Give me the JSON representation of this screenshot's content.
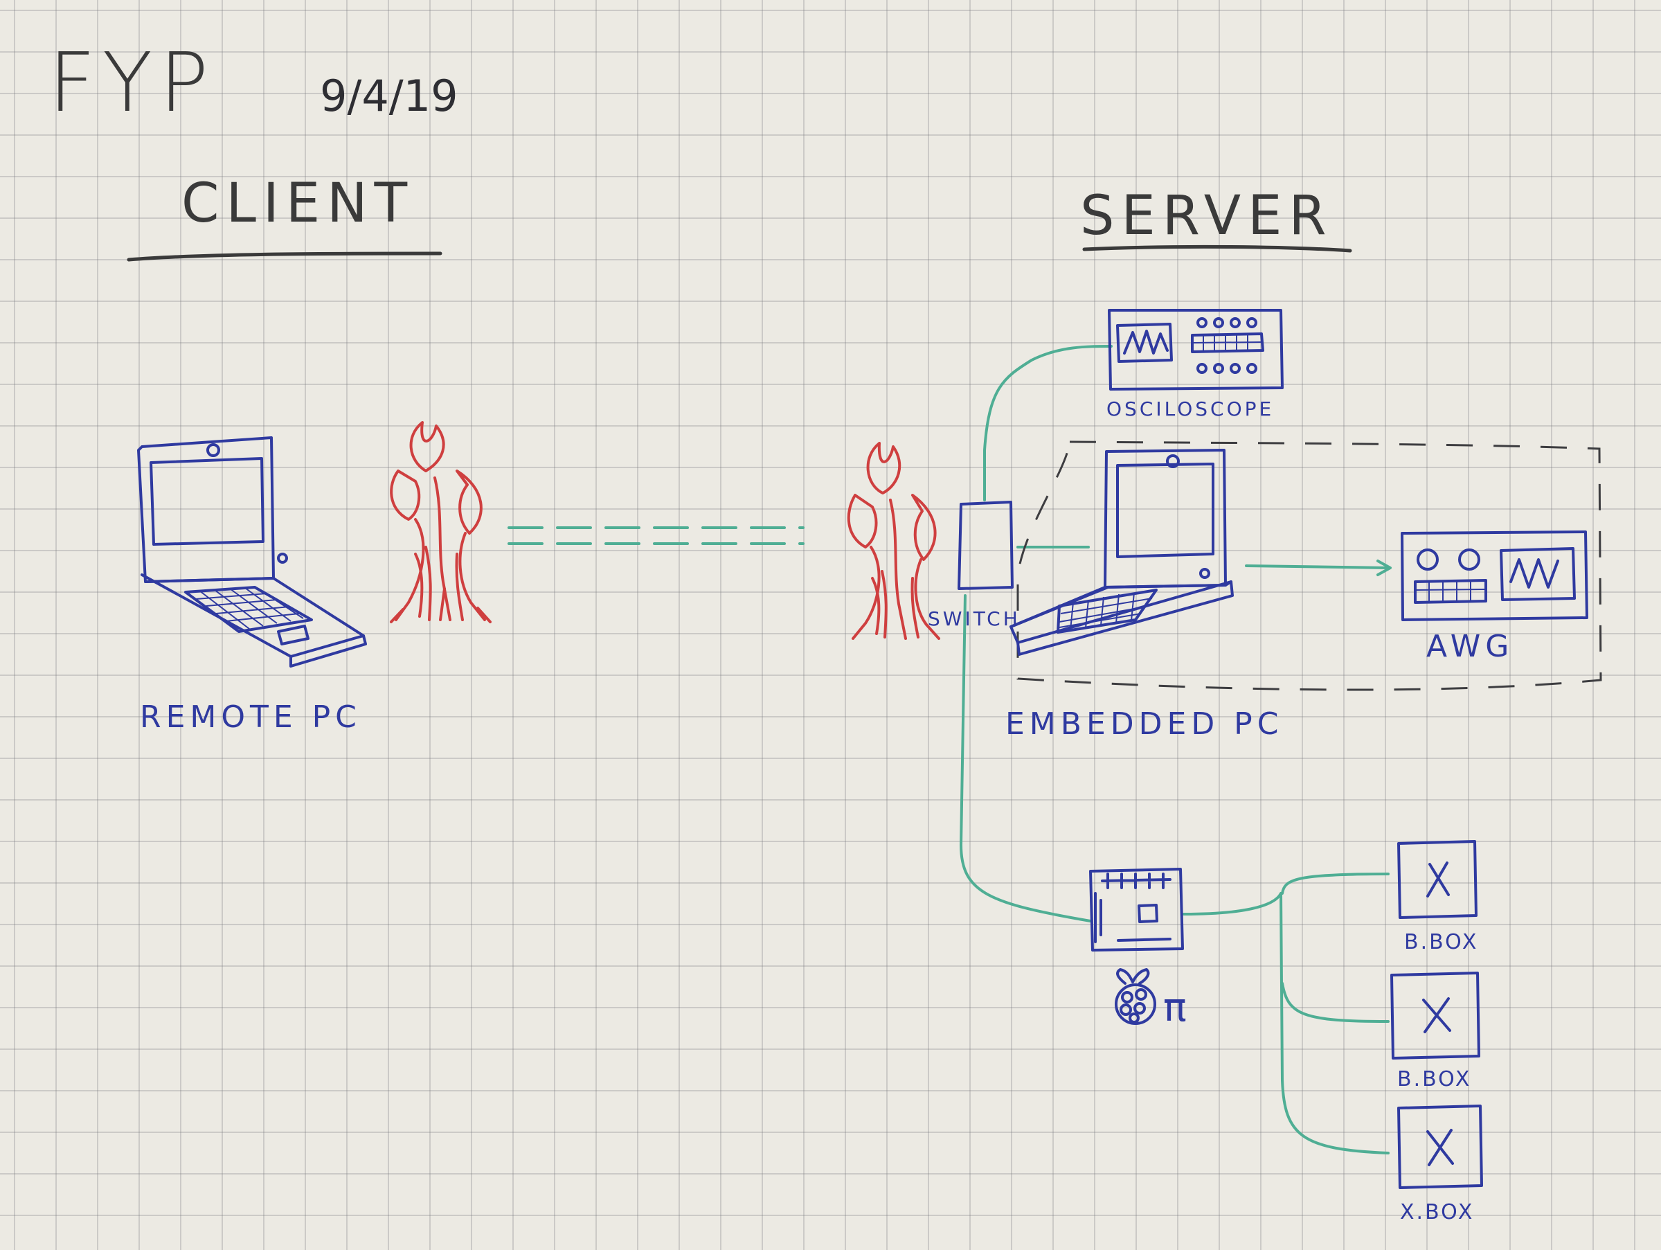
{
  "header": {
    "title": "FYP",
    "date": "9/4/19"
  },
  "sections": {
    "client": "CLIENT",
    "server": "SERVER"
  },
  "nodes": {
    "remote_pc": "REMOTE PC",
    "oscilloscope": "OSCILOSCOPE",
    "switch": "SWITCH",
    "embedded_pc": "EMBEDDED PC",
    "awg": "AWG",
    "pi": "π",
    "box_1": "B.BOX",
    "box_2": "B.BOX",
    "box_3": "X.BOX"
  },
  "icons": {
    "firewall": "firewall-flame-icon",
    "laptop": "laptop-icon",
    "oscilloscope": "oscilloscope-icon",
    "awg": "signal-generator-icon",
    "raspberry": "raspberry-icon",
    "box": "cross-box-icon"
  },
  "colors": {
    "paper": "#eceae3",
    "blue_ink": "#2f3aa0",
    "green_ink": "#4fae94",
    "red_ink": "#cf3f3f",
    "pencil": "#3a3a3a"
  }
}
